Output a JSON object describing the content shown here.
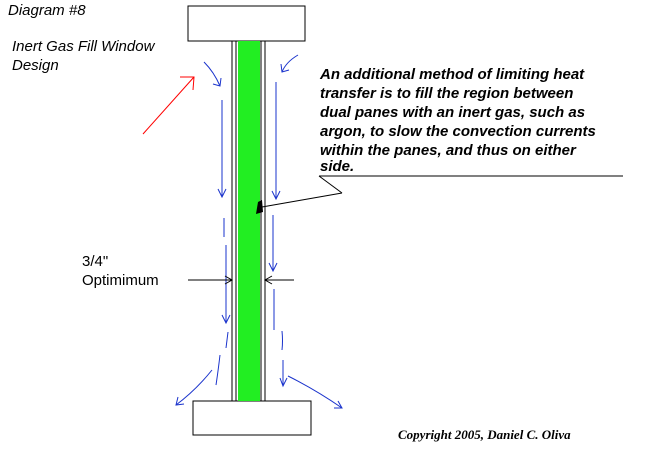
{
  "title": "Diagram #8",
  "subtitle": [
    "Inert Gas Fill Window",
    "Design"
  ],
  "description_lines": [
    "An additional method of limiting heat",
    "transfer is to fill the region between",
    "dual panes with an inert gas, such as",
    "argon, to slow the convection currents",
    "within the panes, and thus on either",
    "side."
  ],
  "gap_label": [
    "3/4\"",
    "Optimimum"
  ],
  "copyright": "Copyright 2005, Daniel C. Oliva",
  "colors": {
    "gas_fill": "#22ee22",
    "incoming_arrow": "#ff0000",
    "line": "#1a33cc",
    "outline": "#000000"
  }
}
